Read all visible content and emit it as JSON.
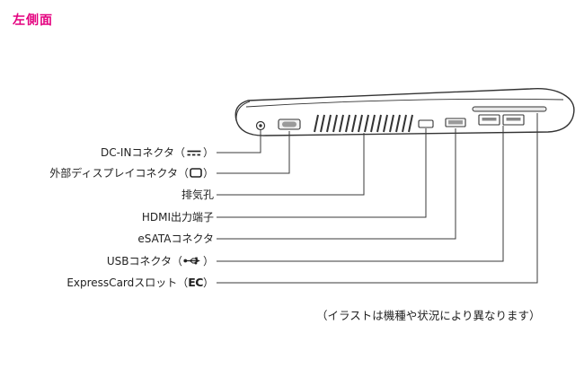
{
  "page": {
    "title": "左側面",
    "note": "（イラストは機種や状況により異なります）"
  },
  "colors": {
    "accent_pink": "#e4007f",
    "leader_line": "#3a3a3a"
  },
  "labels": [
    {
      "pre": "DC-INコネクタ（",
      "icon": "dc-power-icon",
      "post": "）"
    },
    {
      "pre": "外部ディスプレイコネクタ（",
      "icon": "display-icon",
      "post": "）"
    },
    {
      "pre": "排気孔",
      "icon": "",
      "post": ""
    },
    {
      "pre": "HDMI出力端子",
      "icon": "",
      "post": ""
    },
    {
      "pre": "eSATAコネクタ",
      "icon": "",
      "post": ""
    },
    {
      "pre": "USBコネクタ（",
      "icon": "usb-icon",
      "post": "）"
    },
    {
      "pre": "ExpressCardスロット（",
      "ec_logo": "EC",
      "post": "）"
    }
  ]
}
